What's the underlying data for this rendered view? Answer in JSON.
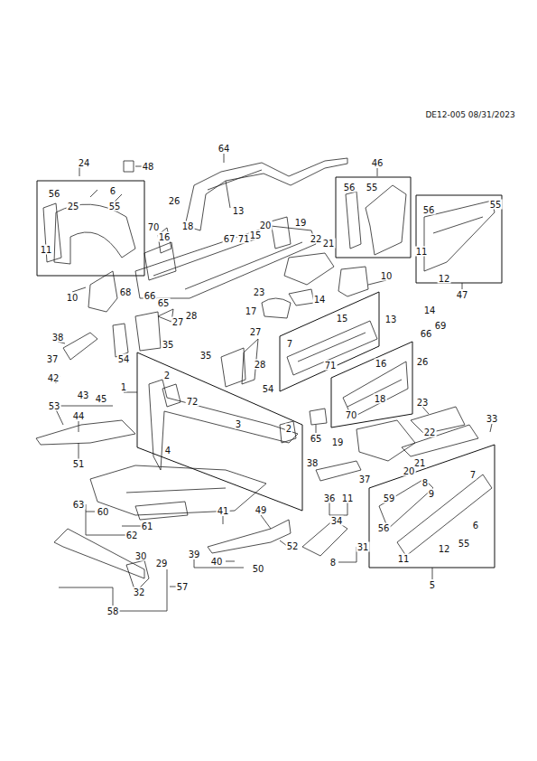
{
  "diagram": {
    "nodes": [
      {
        "text": [
          "24",
          "56",
          "6",
          "25",
          "55",
          "11"
        ]
      },
      {
        "text": [
          "46",
          "56",
          "55"
        ]
      },
      {
        "text": [
          "47",
          "56",
          "55",
          "11",
          "12"
        ]
      },
      {
        "text": [
          "13",
          "15",
          "7",
          "71"
        ]
      },
      {
        "text": [
          "26",
          "16",
          "18",
          "70"
        ]
      },
      {
        "text": [
          "1",
          "2",
          "72",
          "3",
          "2",
          "4"
        ]
      },
      {
        "text": [
          "5",
          "7",
          "8",
          "9",
          "59",
          "56",
          "6",
          "55",
          "11",
          "12"
        ]
      }
    ],
    "labels": [
      "DE12-005 08/31/2023",
      "48",
      "64",
      "26",
      "70",
      "16",
      "18",
      "13",
      "67",
      "71",
      "15",
      "20",
      "19",
      "22",
      "21",
      "10",
      "68",
      "66",
      "65",
      "23",
      "14",
      "17",
      "10",
      "27",
      "28",
      "38",
      "37",
      "42",
      "54",
      "35",
      "35",
      "27",
      "28",
      "54",
      "14",
      "69",
      "66",
      "53",
      "43",
      "45",
      "44",
      "51",
      "65",
      "23",
      "22",
      "33",
      "19",
      "21",
      "20",
      "38",
      "37",
      "36",
      "11",
      "34",
      "31",
      "8",
      "41",
      "49",
      "52",
      "39",
      "40",
      "50",
      "63",
      "60",
      "61",
      "62",
      "30",
      "29",
      "32",
      "57",
      "58"
    ]
  }
}
